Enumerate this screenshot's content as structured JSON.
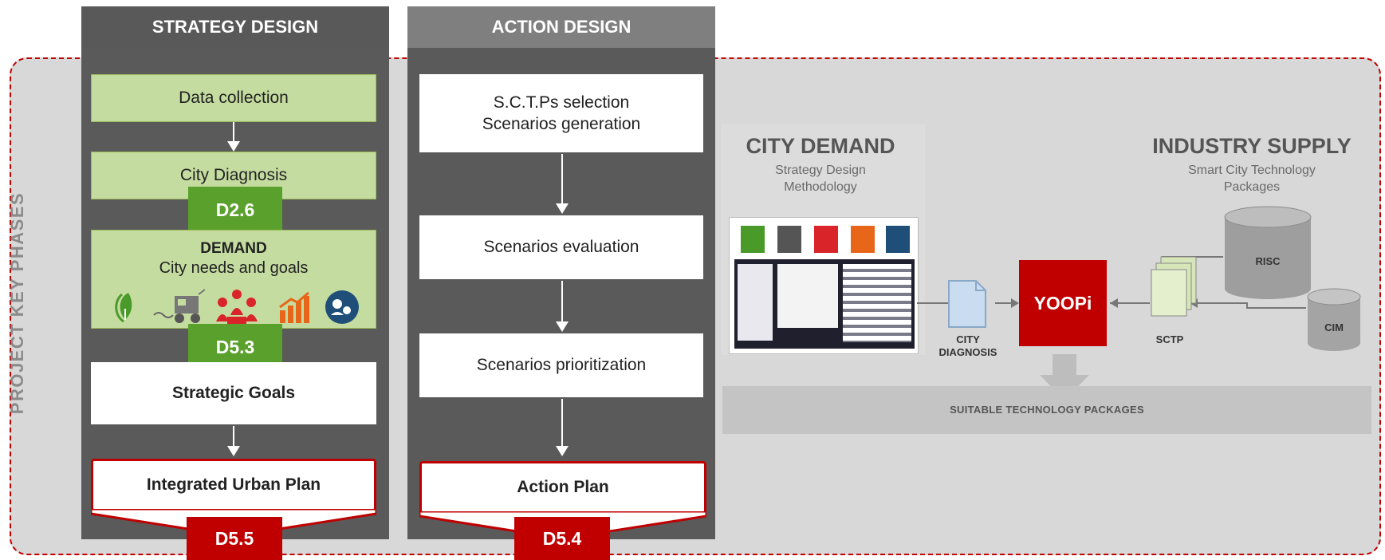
{
  "phases_label": "PROJECT KEY PHASES",
  "strategy": {
    "title": "STRATEGY DESIGN",
    "data_collection": "Data collection",
    "city_diagnosis": "City Diagnosis",
    "badge_d26": "D2.6",
    "demand_title": "DEMAND",
    "demand_subtitle": "City needs and goals",
    "badge_d53": "D5.3",
    "strategic_goals": "Strategic Goals",
    "integrated_urban_plan": "Integrated Urban Plan",
    "badge_d55": "D5.5"
  },
  "action": {
    "title": "ACTION DESIGN",
    "sctp_line1": "S.C.T.Ps selection",
    "sctp_line2": "Scenarios generation",
    "evaluation": "Scenarios evaluation",
    "prioritization": "Scenarios prioritization",
    "action_plan": "Action Plan",
    "badge_d54": "D5.4"
  },
  "right_panel": {
    "city_demand": "CITY DEMAND",
    "city_demand_sub1": "Strategy Design",
    "city_demand_sub2": "Methodology",
    "industry_supply": "INDUSTRY SUPPLY",
    "industry_supply_sub1": "Smart City Technology",
    "industry_supply_sub2": "Packages",
    "yoopi": "YOOPi",
    "city_diagnosis_1": "CITY",
    "city_diagnosis_2": "DIAGNOSIS",
    "sctp": "SCTP",
    "risc": "RISC",
    "cim": "CIM",
    "suitable": "SUITABLE TECHNOLOGY PACKAGES"
  },
  "colors": {
    "accent_red": "#c00000",
    "badge_green": "#5aa02c",
    "box_green": "#c5dca0",
    "column_dark": "#5a5a5a"
  },
  "icons": [
    "leaf-plug-icon",
    "tractor-icon",
    "people-network-icon",
    "growth-chart-icon",
    "globe-people-icon"
  ]
}
